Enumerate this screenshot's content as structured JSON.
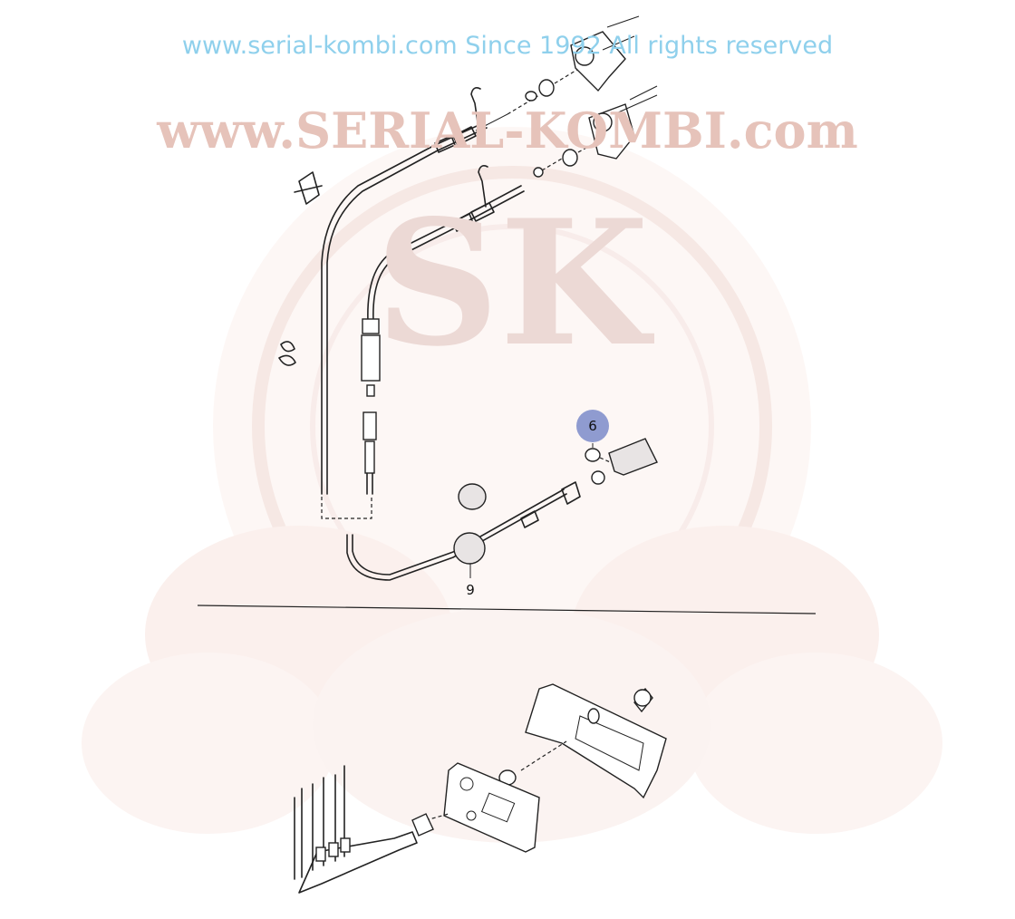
{
  "diagram": {
    "callouts": [
      {
        "id": "6",
        "label": "6",
        "highlighted": true
      },
      {
        "id": "9",
        "label": "9",
        "highlighted": false
      }
    ],
    "highlight_color": "#8f9bd0"
  },
  "watermark": {
    "arc_text": "www.serial-kombi.com   Since 1992   All rights reserved",
    "arc_color": "#a9dcf1",
    "brand_text": "www.SERIAL-KOMBI.com",
    "logo_text": "SK",
    "logo_color": "#f3dcd6"
  }
}
